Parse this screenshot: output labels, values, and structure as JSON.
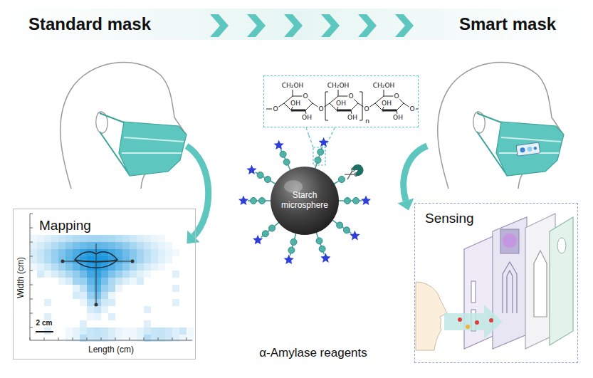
{
  "diagram": {
    "nodes": [
      {
        "text": [
          "Mapping"
        ]
      },
      {
        "text": [
          "CH₂OH",
          "CH₂OH",
          "CH₂OH",
          "O",
          "O",
          "O",
          "O",
          "O",
          "O",
          "O",
          "OH",
          "OH",
          "OH",
          "OH",
          "OH",
          "OH",
          "n"
        ]
      },
      {
        "text": [
          "Starch microsphere"
        ]
      },
      {
        "text": [
          "Sensing"
        ]
      }
    ],
    "edges": [
      {
        "from": 1,
        "to": 2,
        "arrow": "none"
      }
    ],
    "labels": [
      "Standard mask",
      "Smart mask",
      "Width (cm)",
      "Length (cm)",
      "2 cm",
      "α-Amylase reagents"
    ]
  }
}
